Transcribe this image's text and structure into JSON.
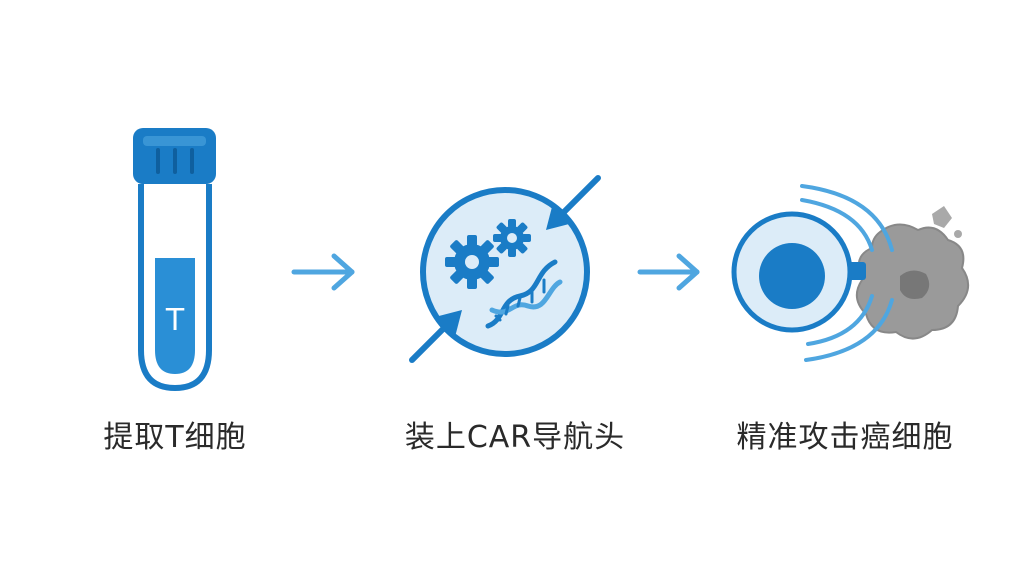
{
  "steps": [
    {
      "label": "提取T细胞",
      "icon": "test-tube-icon",
      "tube_letter": "T"
    },
    {
      "label": "装上CAR导航头",
      "icon": "cell-with-gears-dna-icon"
    },
    {
      "label": "精准攻击癌细胞",
      "icon": "t-cell-attacking-cancer-icon"
    }
  ],
  "colors": {
    "primary_blue": "#1a7cc6",
    "light_blue": "#dcecf8",
    "mid_blue": "#4fa6e0",
    "cancer_gray": "#9a9a9a",
    "cancer_dark": "#777777",
    "text": "#2a2a2a"
  }
}
